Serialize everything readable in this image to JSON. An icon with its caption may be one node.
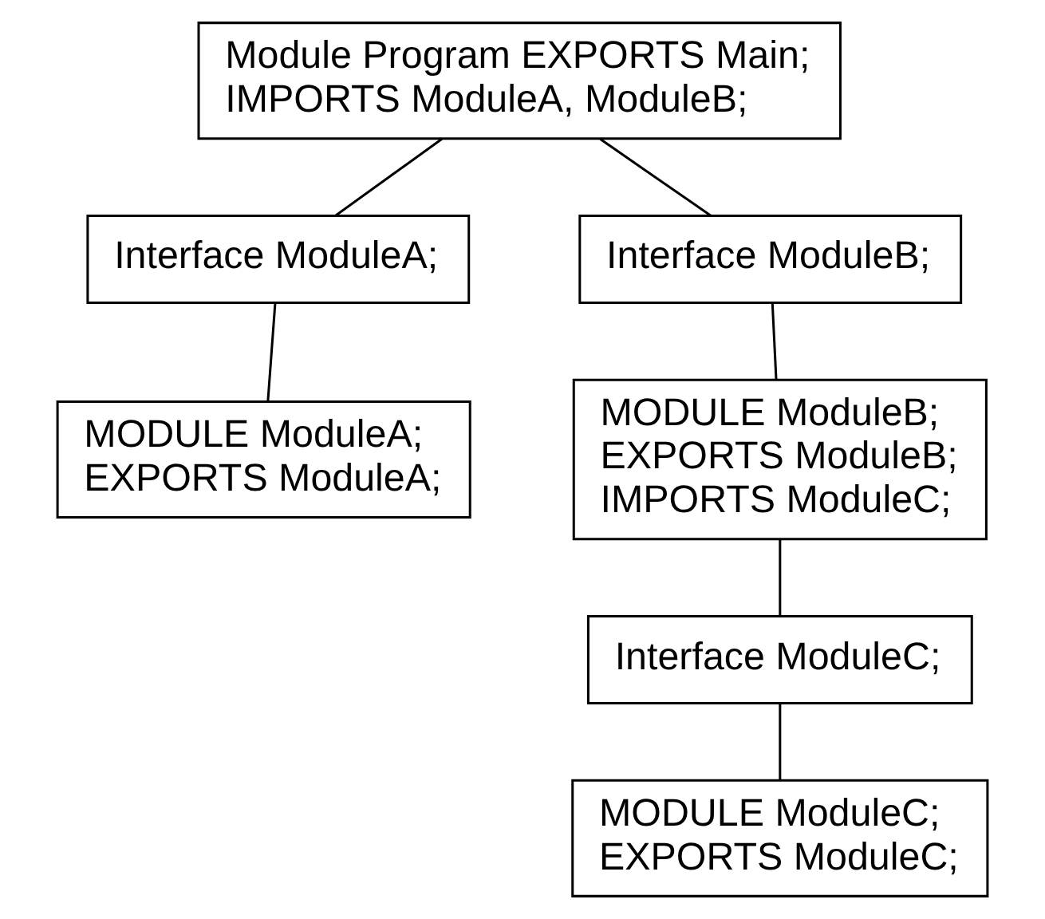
{
  "diagram": {
    "nodes": [
      {
        "text": [
          "Module Program EXPORTS Main;",
          "IMPORTS ModuleA, ModuleB;"
        ]
      },
      {
        "text": [
          "Interface ModuleA;"
        ]
      },
      {
        "text": [
          "MODULE ModuleA;",
          "EXPORTS ModuleA;"
        ]
      },
      {
        "text": [
          "Interface ModuleB;"
        ]
      },
      {
        "text": [
          "MODULE ModuleB;",
          "EXPORTS ModuleB;",
          "IMPORTS ModuleC;"
        ]
      },
      {
        "text": [
          "Interface ModuleC;"
        ]
      },
      {
        "text": [
          "MODULE ModuleC;",
          "EXPORTS ModuleC;"
        ]
      }
    ],
    "edges": [
      {
        "from": 0,
        "to": 1,
        "arrow": "none"
      },
      {
        "from": 0,
        "to": 3,
        "arrow": "none"
      },
      {
        "from": 1,
        "to": 2,
        "arrow": "none"
      },
      {
        "from": 3,
        "to": 4,
        "arrow": "none"
      },
      {
        "from": 4,
        "to": 5,
        "arrow": "none"
      },
      {
        "from": 5,
        "to": 6,
        "arrow": "none"
      }
    ]
  }
}
